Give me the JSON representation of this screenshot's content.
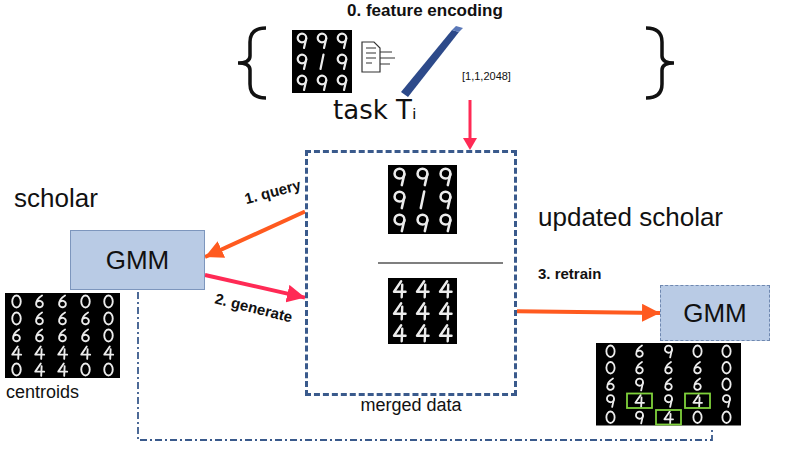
{
  "diagram": {
    "nodes": [
      {
        "text": [
          "merged data"
        ]
      },
      {
        "text": [
          "GMM"
        ]
      },
      {
        "text": [
          "GMM"
        ]
      }
    ],
    "edges": [
      {
        "from": 0,
        "to": 1,
        "label": "1. query",
        "arrow": "to"
      },
      {
        "from": 1,
        "to": 0,
        "label": "2. generate",
        "arrow": "to"
      },
      {
        "from": 0,
        "to": 2,
        "label": "3. retrain",
        "arrow": "to"
      }
    ],
    "labels": [
      "0. feature encoding",
      "[1,1,2048]",
      "task Tᵢ",
      "scholar",
      "centroids",
      "updated scholar"
    ]
  }
}
